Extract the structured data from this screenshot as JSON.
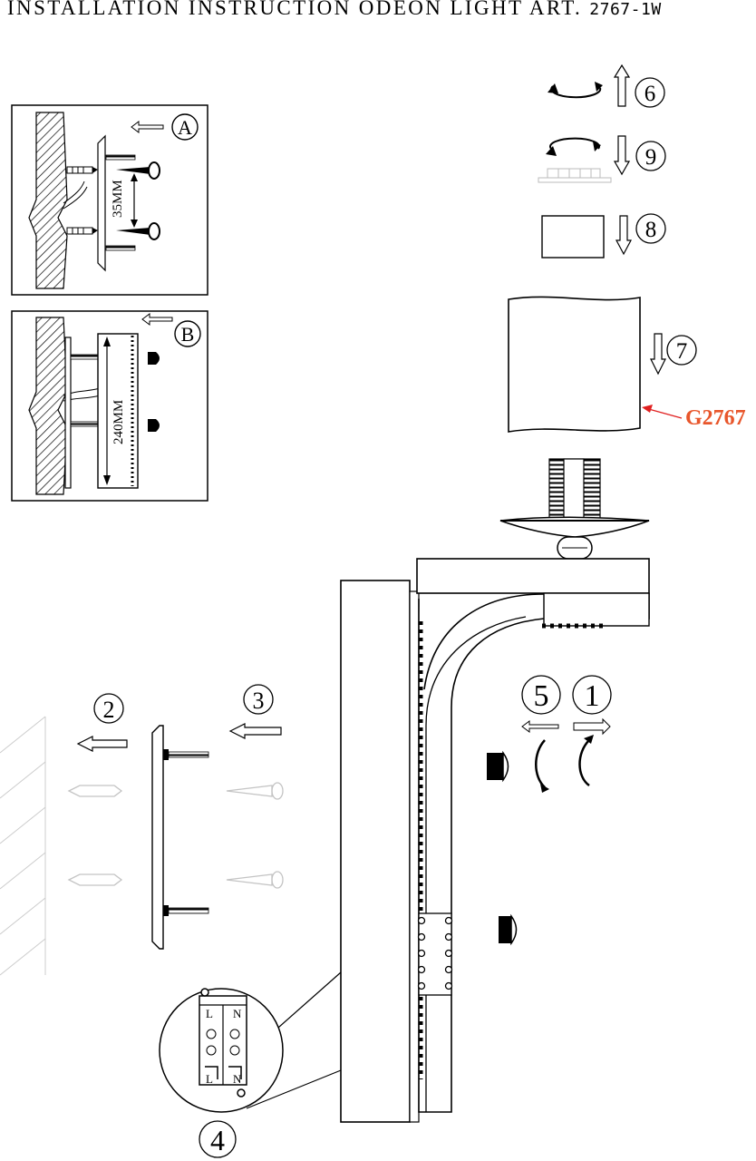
{
  "header": {
    "title": "INSTALLATION INSTRUCTION ODEON LIGHT ART.",
    "article": "2767-1W"
  },
  "panel_a": {
    "label": "A",
    "dimension": "35MM"
  },
  "panel_b": {
    "label": "B",
    "dimension": "240MM"
  },
  "steps": {
    "s1": "1",
    "s2": "2",
    "s3": "3",
    "s4": "4",
    "s5": "5",
    "s6": "6",
    "s7": "7",
    "s8": "8",
    "s9": "9"
  },
  "terminal": {
    "live": "L",
    "neutral": "N"
  },
  "shade_code": {
    "text": "G2767",
    "color": "#e8562b"
  },
  "colors": {
    "ink": "#000000",
    "callout_arrow": "#e02020",
    "ghost": "#bbbbbb"
  }
}
